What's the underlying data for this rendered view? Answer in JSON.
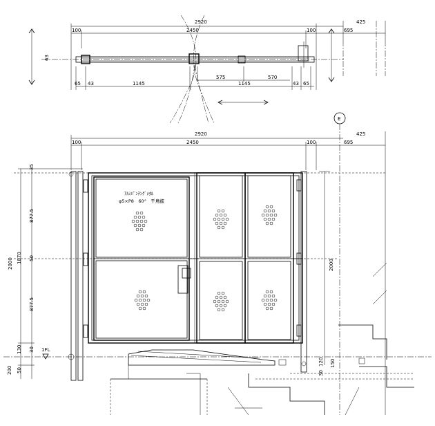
{
  "plan": {
    "dims_top": [
      "2920",
      "425",
      "100",
      "2450",
      "100",
      "695"
    ],
    "dim_left": "63",
    "dims_bottom": [
      "65",
      "43",
      "1145",
      "575",
      "1145",
      "570",
      "43",
      "65"
    ]
  },
  "elevation": {
    "grid_marker": "E",
    "dims_top": [
      "2920",
      "425",
      "100",
      "2450",
      "100",
      "695"
    ],
    "note_line1": "ｱﾙﾐﾊﾟﾝﾁﾝｸﾞﾒﾀﾙ",
    "note_line2": "φ5×P8　60°　千鳥抜",
    "dims_left": [
      "35",
      "877.5",
      "1870",
      "50",
      "877.5",
      "2000",
      "130",
      "30",
      "50",
      "200"
    ],
    "fl_label": "1FL",
    "dims_right": [
      "2000",
      "120",
      "30",
      "150"
    ]
  }
}
